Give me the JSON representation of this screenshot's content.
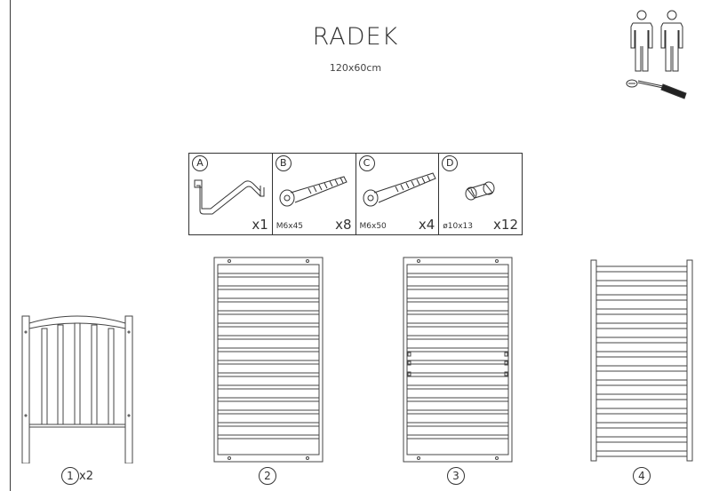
{
  "header": {
    "title": "RADEK",
    "subtitle": "120x60cm"
  },
  "hardware": [
    {
      "letter": "A",
      "spec": "",
      "qty": "x1",
      "icon": "allen-key-icon"
    },
    {
      "letter": "B",
      "spec": "M6x45",
      "qty": "x8",
      "icon": "bolt-icon"
    },
    {
      "letter": "C",
      "spec": "M6x50",
      "qty": "x4",
      "icon": "bolt-icon"
    },
    {
      "letter": "D",
      "spec": "ø10x13",
      "qty": "x12",
      "icon": "barrel-nut-icon"
    }
  ],
  "parts": [
    {
      "number": "1",
      "qty": "x2"
    },
    {
      "number": "2",
      "qty": ""
    },
    {
      "number": "3",
      "qty": ""
    },
    {
      "number": "4",
      "qty": ""
    }
  ],
  "assembly_icons": [
    "two-persons-icon",
    "screwdriver-icon"
  ]
}
